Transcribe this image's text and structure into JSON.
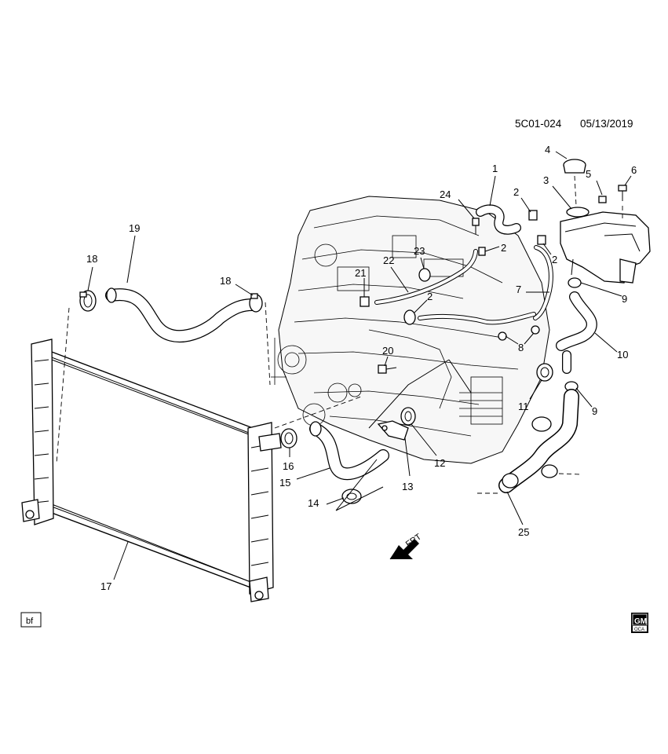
{
  "header": {
    "diagram_code": "5C01-024",
    "date": "05/13/2019"
  },
  "front_arrow_text": "FRT",
  "bottom_left_badge": "bf",
  "logo": {
    "top": "GM",
    "bottom": "OCA"
  },
  "callouts": [
    "1",
    "2",
    "2",
    "2",
    "2",
    "3",
    "4",
    "5",
    "6",
    "7",
    "8",
    "9",
    "9",
    "10",
    "11",
    "12",
    "13",
    "14",
    "15",
    "16",
    "17",
    "18",
    "18",
    "19",
    "20",
    "21",
    "22",
    "23",
    "24",
    "25"
  ]
}
